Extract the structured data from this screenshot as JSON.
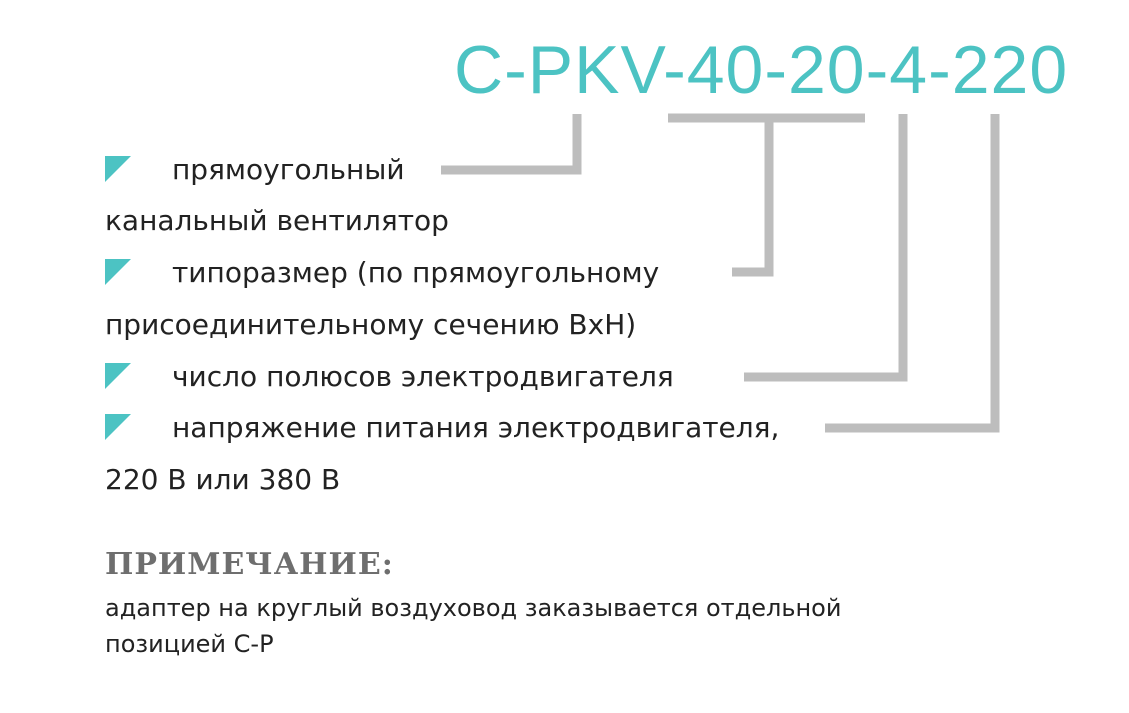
{
  "colors": {
    "accent": "#4cc3c3",
    "connector": "#bdbdbd",
    "text": "#222222",
    "note_title": "#6e6e6e"
  },
  "model_code": "C-PKV-40-20-4-220",
  "descriptions": [
    {
      "line1": "прямоугольный",
      "line2": "канальный вентилятор",
      "bullet_icon": "teal-triangle-icon"
    },
    {
      "line1": "типоразмер (по прямоугольному",
      "line2": "присоединительному сечению ВхН)",
      "bullet_icon": "teal-triangle-icon"
    },
    {
      "line1": "число полюсов электродвигателя",
      "line2": "",
      "bullet_icon": "teal-triangle-icon"
    },
    {
      "line1": "напряжение питания электродвигателя,",
      "line2": "220 В или 380 В",
      "bullet_icon": "teal-triangle-icon"
    }
  ],
  "note": {
    "title": "ПРИМЕЧАНИЕ:",
    "line1": "адаптер на круглый воздуховод заказывается отдельной",
    "line2": "позицией С-Р"
  }
}
